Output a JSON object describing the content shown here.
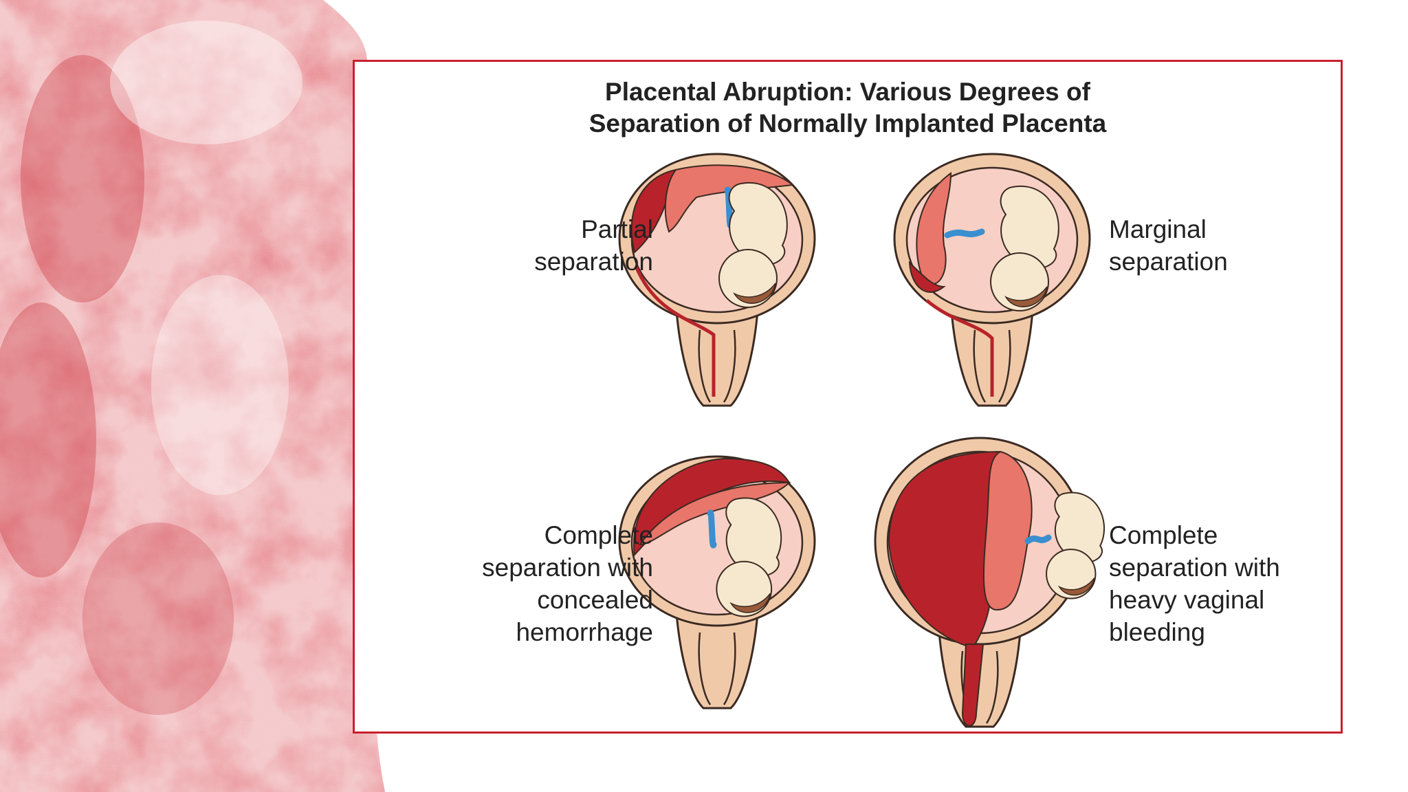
{
  "figure": {
    "title_line1": "Placental Abruption: Various Degrees of",
    "title_line2": "Separation of Normally Implanted Placenta",
    "frame_color": "#c8202e",
    "panels": [
      {
        "id": "partial",
        "label_lines": [
          "Partial",
          "separation"
        ]
      },
      {
        "id": "marginal",
        "label_lines": [
          "Marginal",
          "separation"
        ]
      },
      {
        "id": "concealed",
        "label_lines": [
          "Complete",
          "separation with",
          "concealed",
          "hemorrhage"
        ]
      },
      {
        "id": "heavy",
        "label_lines": [
          "Complete",
          "separation with",
          "heavy vaginal",
          "bleeding"
        ]
      }
    ]
  },
  "colors": {
    "uterus_wall": "#f0c9a8",
    "uterine_cavity": "#f7cfc4",
    "placenta": "#e8766a",
    "blood": "#b8232b",
    "fetus": "#f6e8cf",
    "umbilical_cord": "#3a8fd0",
    "fetal_hair": "#9a5a3a",
    "outline": "#3a2a22",
    "watercolor_dark": "#c8323a",
    "watercolor_light": "#f4c4c4"
  }
}
